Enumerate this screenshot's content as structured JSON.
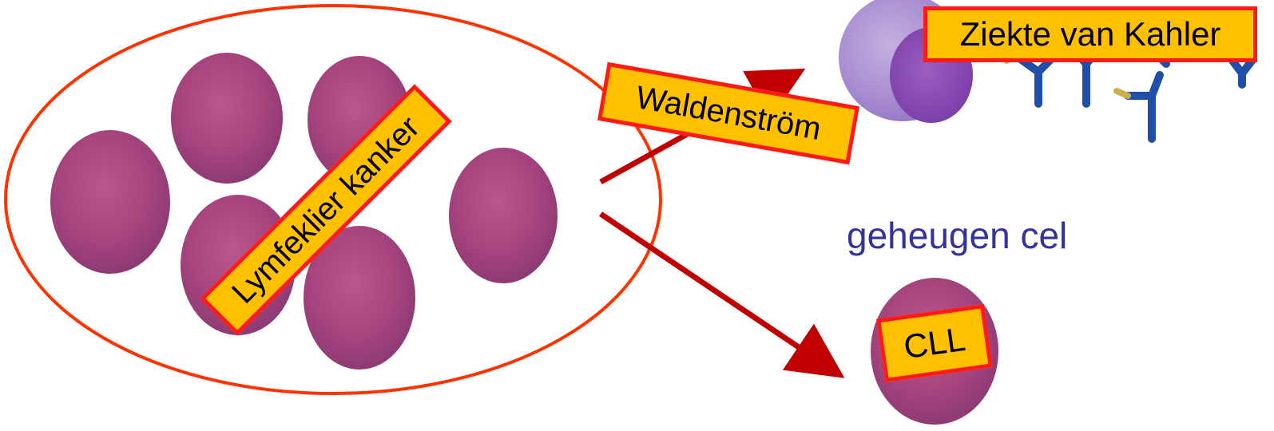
{
  "labels": {
    "lymfeklier": "Lymfeklier kanker",
    "waldenstrom": "Waldenström",
    "kahler": "Ziekte van Kahler",
    "memory_cell": "geheugen cel",
    "cll": "CLL"
  },
  "colors": {
    "label_fill": "#ffc000",
    "label_border": "#ff1a1a",
    "ellipse_outline": "#ff3300",
    "arrow": "#c00000",
    "memory_text": "#33339a",
    "cell_purple": "#a8457f",
    "plasma_cell": "#a68ad0",
    "antibody_blue": "#1f4fa8",
    "antibody_gold": "#c8b04a"
  },
  "icons": {
    "cells": "lymphocyte-cell",
    "plasma": "plasma-cell",
    "antibodies": "antibody-icon"
  }
}
